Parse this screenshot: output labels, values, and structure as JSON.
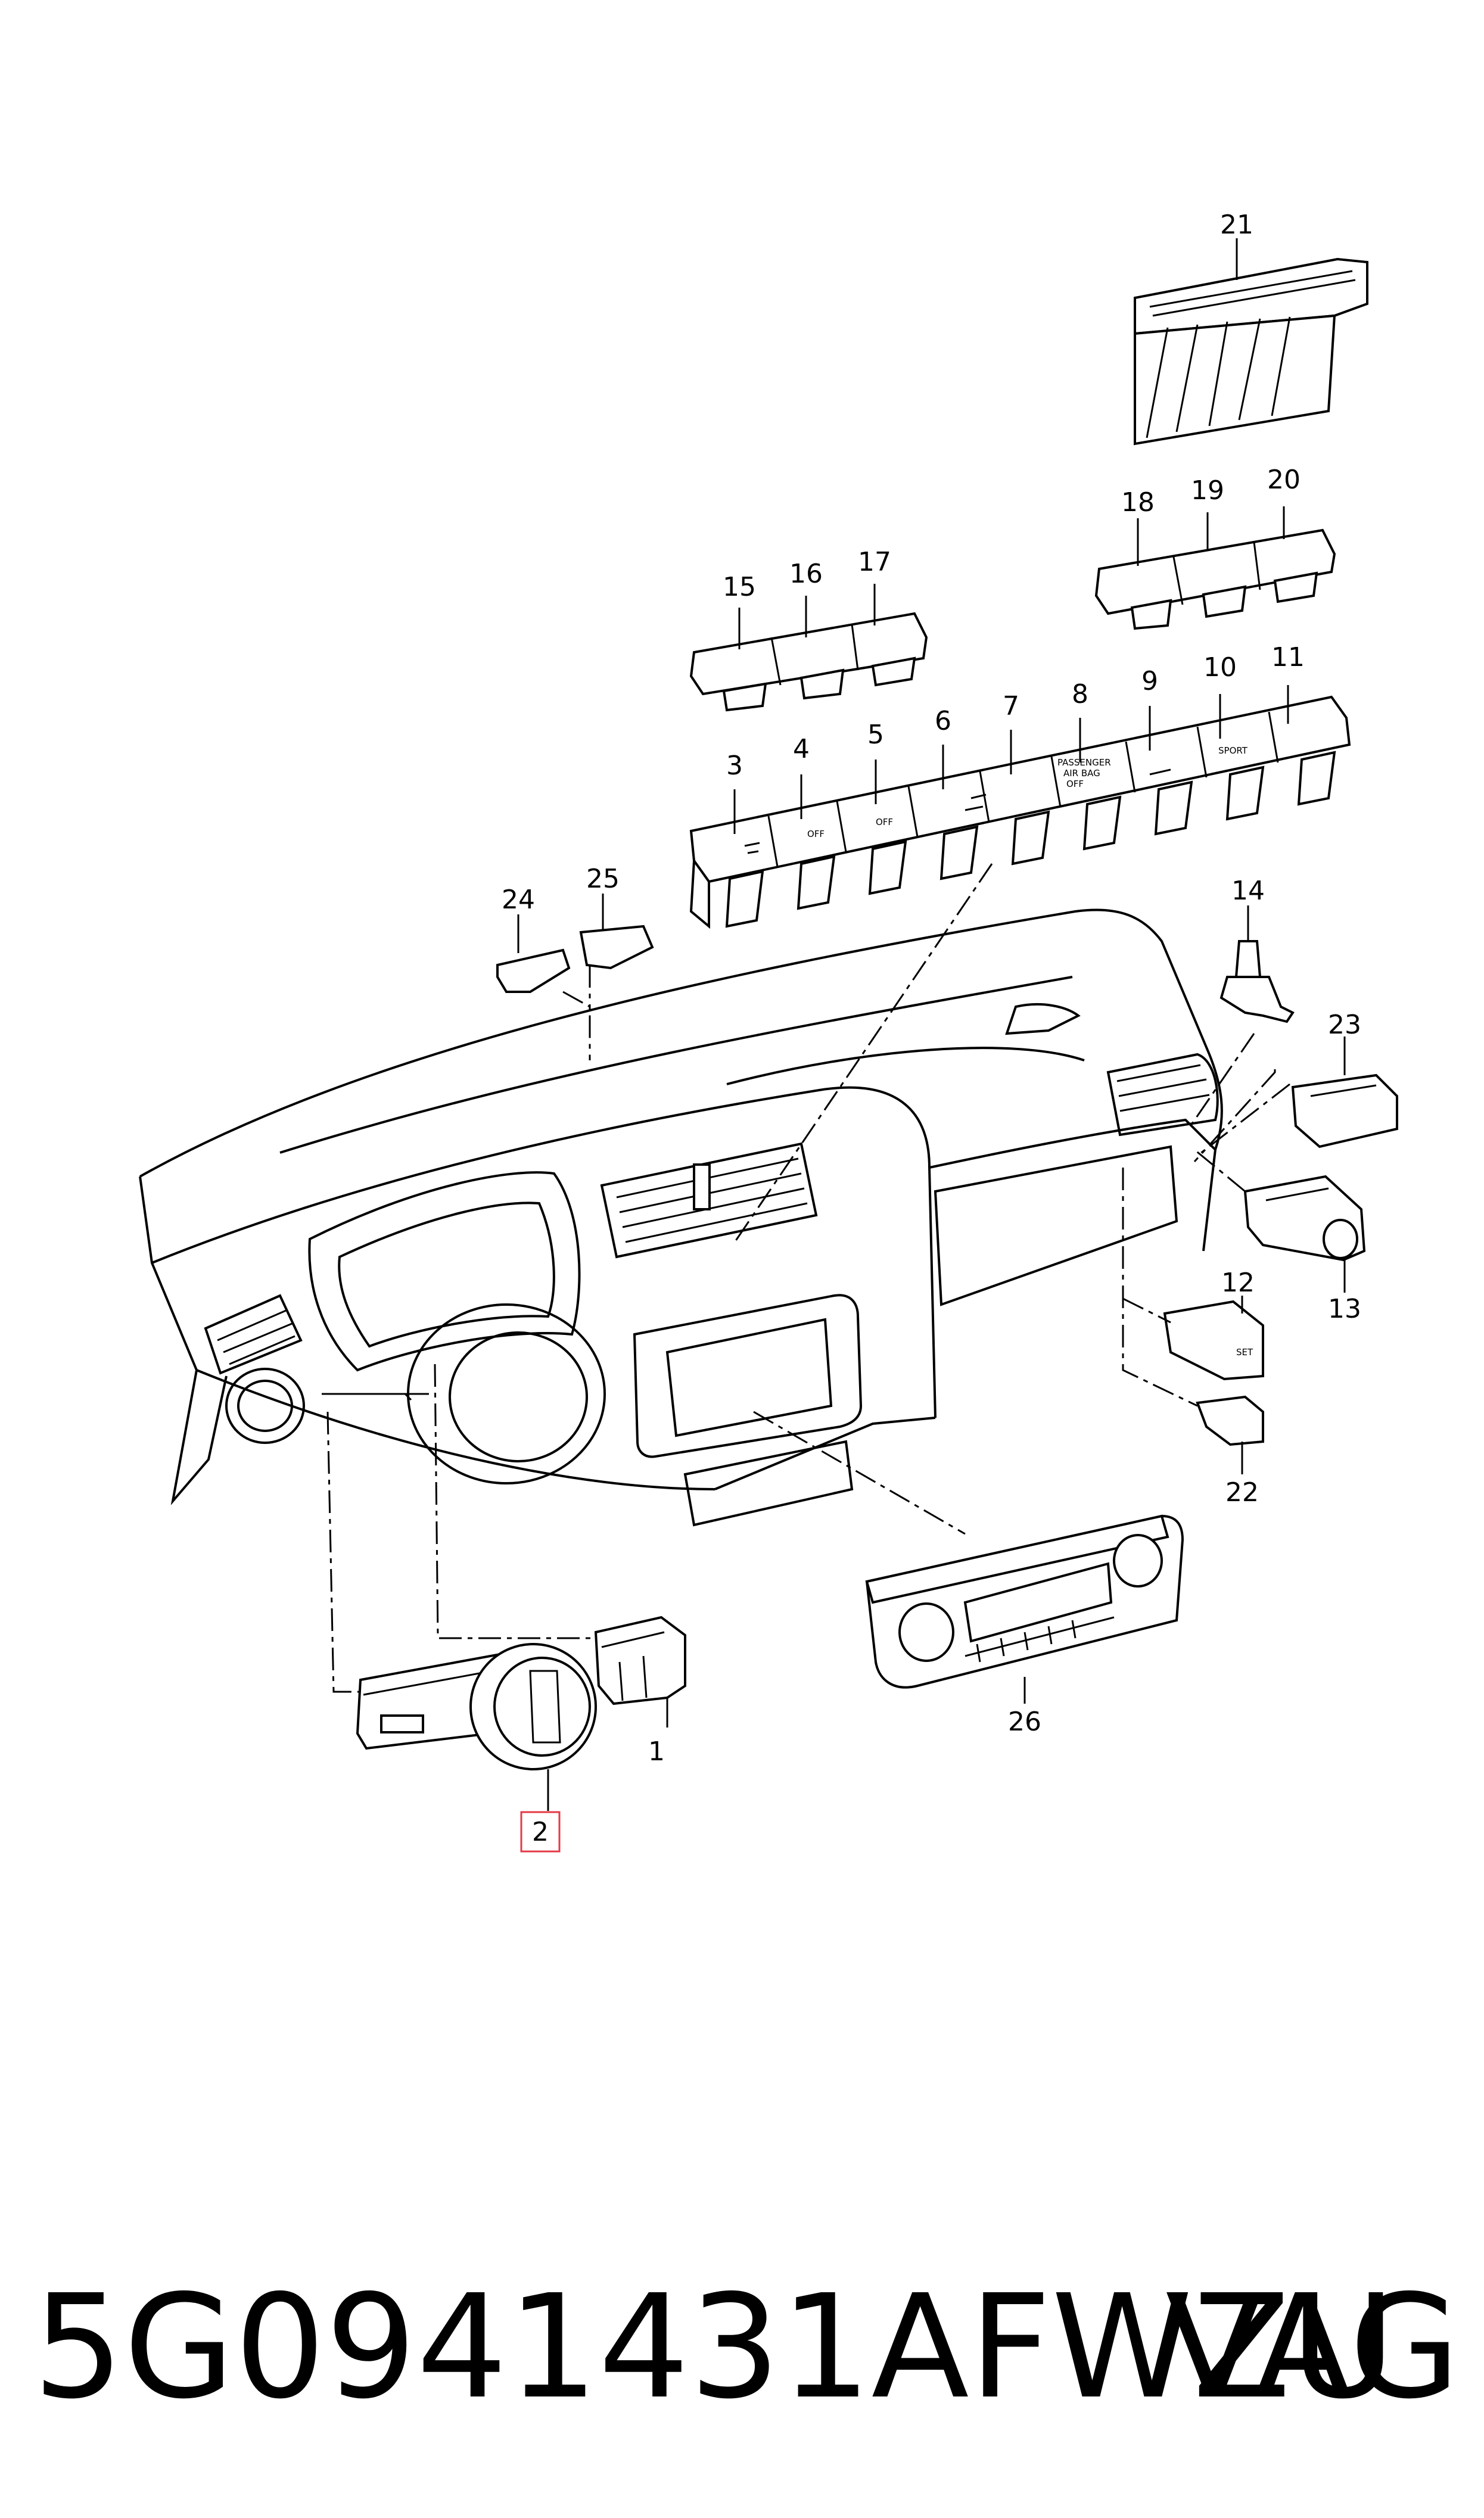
{
  "diagram": {
    "callouts": [
      "1",
      "2",
      "3",
      "4",
      "5",
      "6",
      "7",
      "8",
      "9",
      "10",
      "11",
      "12",
      "13",
      "14",
      "15",
      "16",
      "17",
      "18",
      "19",
      "20",
      "21",
      "22",
      "23",
      "24",
      "25",
      "26"
    ],
    "highlighted_callout": "2",
    "highlight_color": "#e53945",
    "switch_labels": {
      "s4": "OFF",
      "s5": "OFF",
      "s8_line1": "PASSENGER",
      "s8_line2": "AIR BAG",
      "s8_line3": "OFF",
      "s10": "SPORT",
      "s12_line1": "SET"
    }
  },
  "footer": {
    "part_number": "5G0941431AFWZU",
    "brand": "VAG"
  }
}
